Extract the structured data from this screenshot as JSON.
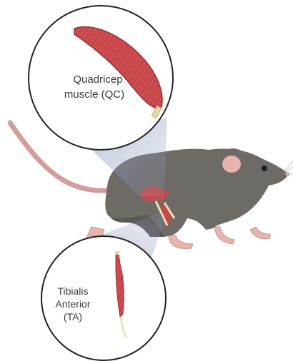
{
  "callouts": {
    "quadricep": {
      "line1": "Quadricep",
      "line2": "muscle (QC)"
    },
    "tibialis": {
      "line1": "Tibialis",
      "line2": "Anterior",
      "line3": "(TA)"
    }
  },
  "colors": {
    "mouse_body": "#6e6a66",
    "mouse_shadow": "#5b5754",
    "mouse_pink": "#e7b4ad",
    "tail": "#d39e9a",
    "muscle_red": "#c8474a",
    "muscle_dark": "#9b2c30",
    "tendon": "#e8d7a8",
    "bone": "#f1e3b5",
    "beam": "#9aa5c2",
    "circle_stroke": "#222222"
  }
}
